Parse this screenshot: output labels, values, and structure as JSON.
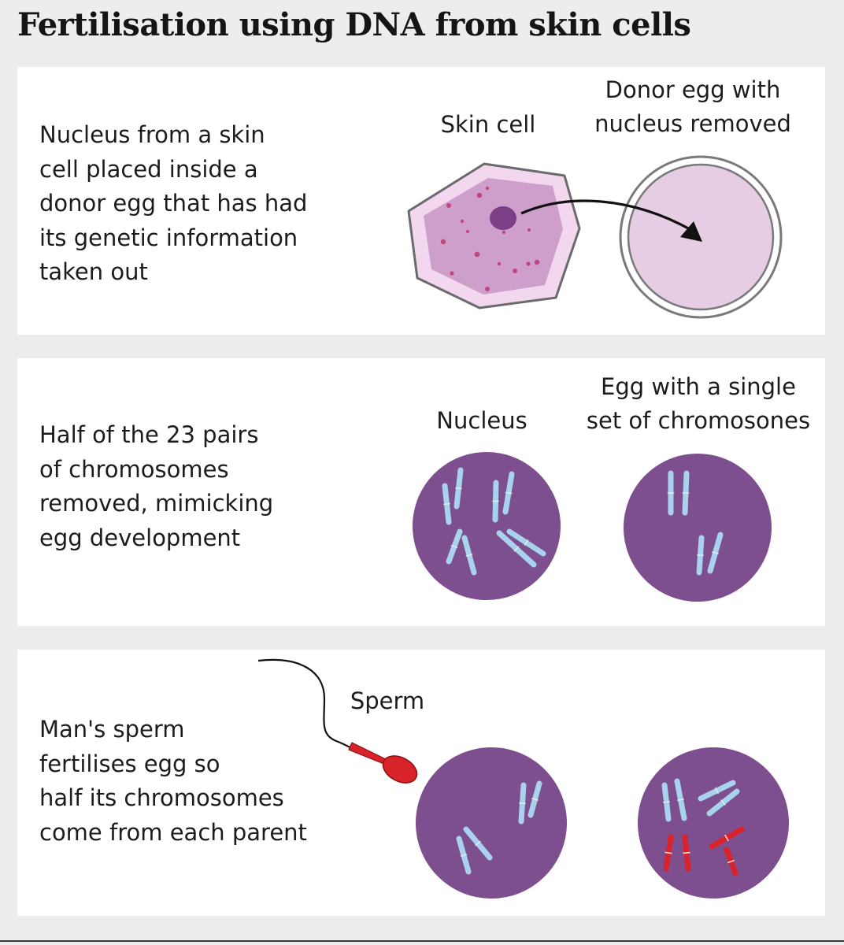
{
  "title": "Fertilisation using DNA from skin cells",
  "steps": [
    {
      "description": "Nucleus from a skin\ncell placed inside a\ndonor egg that has had\nits genetic information\ntaken out",
      "label_left": "Skin cell",
      "label_right": "Donor egg with\nnucleus removed"
    },
    {
      "description": "Half of the 23 pairs\nof chromosomes\nremoved, mimicking\negg development",
      "label_left": "Nucleus",
      "label_right": "Egg with a single\nset of chromosones"
    },
    {
      "description": "Man's sperm\nfertilises egg so\nhalf its chromosomes\ncome from each parent",
      "label_sperm": "Sperm"
    }
  ],
  "colors": {
    "nucleus_purple": "#7e4f8f",
    "chromosome_blue": "#a9d3ec",
    "chromosome_red": "#d8232a",
    "skin_cell": "#cf9fcc",
    "donor_egg": "#e7cde3",
    "sperm_red": "#d8232a"
  }
}
